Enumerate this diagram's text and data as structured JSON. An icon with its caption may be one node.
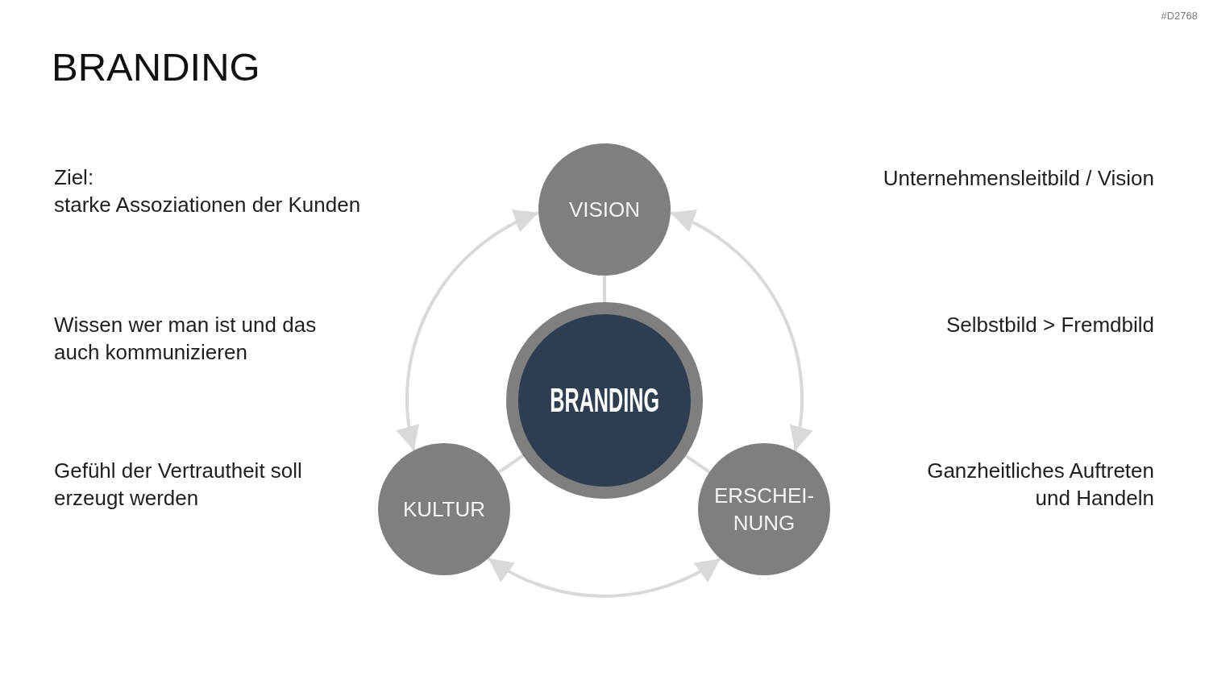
{
  "diagram": {
    "title": "BRANDING",
    "nodes": [
      {
        "text": [
          "VISION"
        ]
      },
      {
        "text": [
          "BRANDING"
        ]
      },
      {
        "text": [
          "KULTUR"
        ]
      },
      {
        "text": [
          "ERSCHEI- NUNG"
        ]
      }
    ],
    "edges": [
      {
        "from": 2,
        "to": 0,
        "arrow": "both"
      },
      {
        "from": 0,
        "to": 3,
        "arrow": "both"
      },
      {
        "from": 2,
        "to": 3,
        "arrow": "both"
      },
      {
        "from": 1,
        "to": 0,
        "arrow": "none"
      },
      {
        "from": 1,
        "to": 2,
        "arrow": "none"
      },
      {
        "from": 1,
        "to": 3,
        "arrow": "none"
      }
    ],
    "labels": [
      "#D2768",
      "Ziel:",
      "starke Assoziationen der Kunden",
      "Unternehmensleitbild / Vision",
      "Wissen wer man ist und das auch kommunizieren",
      "Selbstbild > Fremdbild",
      "Gefühl der Vertrautheit soll erzeugt werden",
      "Ganzheitliches Auftreten und Handeln"
    ]
  }
}
